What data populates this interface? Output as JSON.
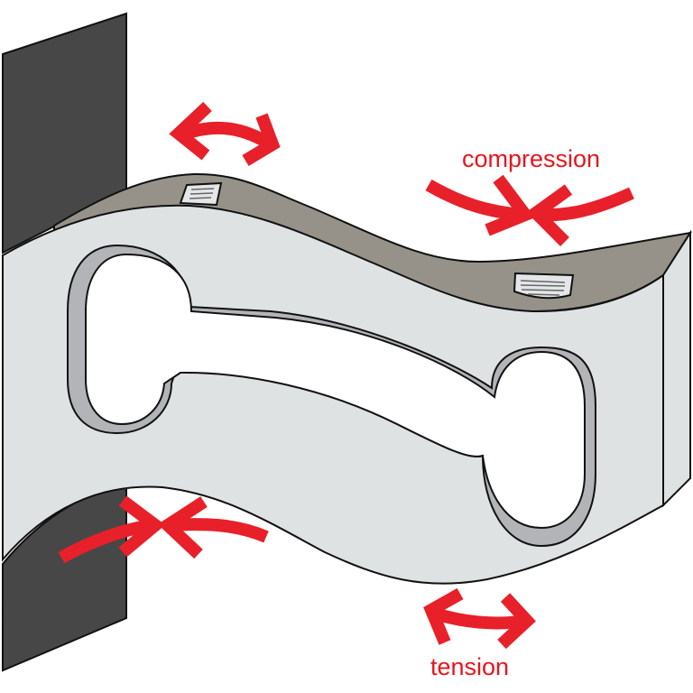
{
  "diagram": {
    "subject": "S-beam load cell bending with strain gauges",
    "labels": {
      "compression": "compression",
      "tension": "tension"
    },
    "colors": {
      "wall": "#474747",
      "beam_face": "#dfe2e3",
      "beam_top": "#96928a",
      "hole_wall": "#b3b4b8",
      "strain_gauge": "#e4e6e8",
      "arrow": "#e8202a",
      "outline": "#111111"
    },
    "annotations": [
      {
        "id": "top-left-arrow",
        "type": "double-headed-curved-arrow",
        "meaning": "bending"
      },
      {
        "id": "top-right-arrow",
        "type": "opposing-arrows",
        "meaning": "compression"
      },
      {
        "id": "bottom-left-arrow",
        "type": "opposing-arrows",
        "meaning": "compression"
      },
      {
        "id": "bottom-right-arrow",
        "type": "double-headed-curved-arrow",
        "meaning": "tension"
      }
    ],
    "strain_gauges": 2
  }
}
